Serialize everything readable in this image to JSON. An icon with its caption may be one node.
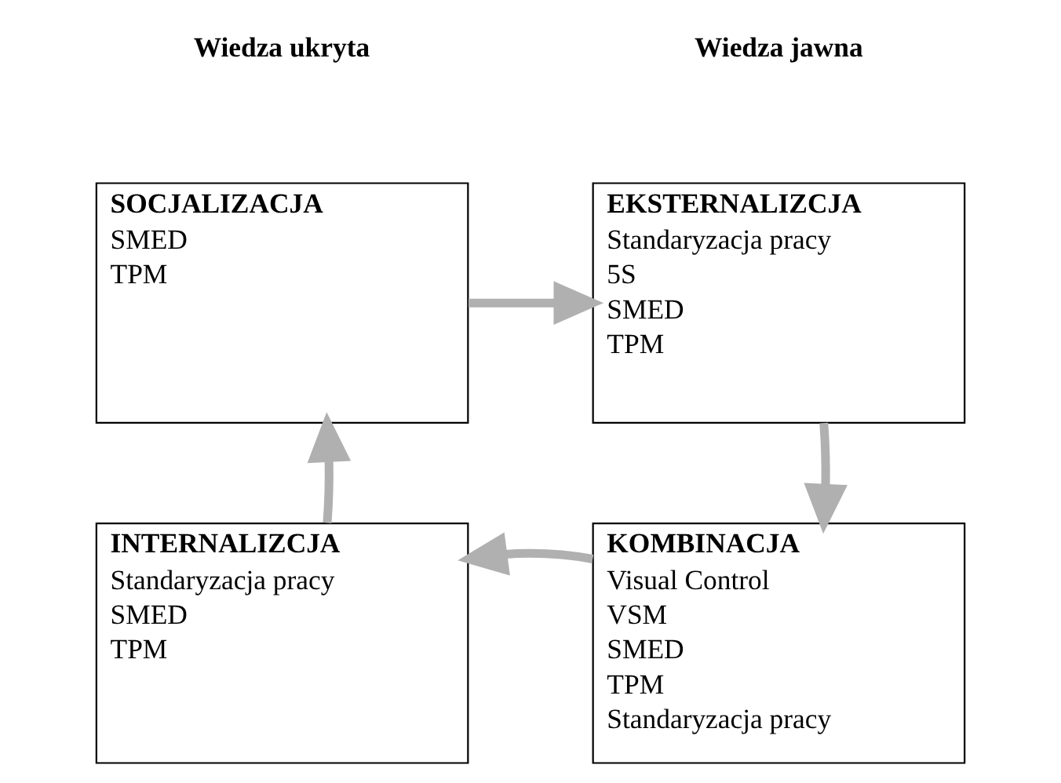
{
  "diagram": {
    "nodes": [
      {
        "text": [
          "SOCJALIZACJA",
          "SMED",
          "TPM"
        ]
      },
      {
        "text": [
          "EKSTERNALIZCJA",
          "Standaryzacja pracy",
          "5S",
          "SMED",
          "TPM"
        ]
      },
      {
        "text": [
          "KOMBINACJA",
          "Visual Control",
          "VSM",
          "SMED",
          "TPM",
          "Standaryzacja pracy"
        ]
      },
      {
        "text": [
          "INTERNALIZCJA",
          "Standaryzacja pracy",
          "SMED",
          "TPM"
        ]
      }
    ],
    "edges": [
      {
        "from": 0,
        "to": 1,
        "arrow": "to"
      },
      {
        "from": 1,
        "to": 2,
        "arrow": "to"
      },
      {
        "from": 2,
        "to": 3,
        "arrow": "to"
      },
      {
        "from": 3,
        "to": 0,
        "arrow": "to"
      }
    ],
    "labels": [
      "Wiedza ukryta",
      "Wiedza jawna"
    ]
  }
}
